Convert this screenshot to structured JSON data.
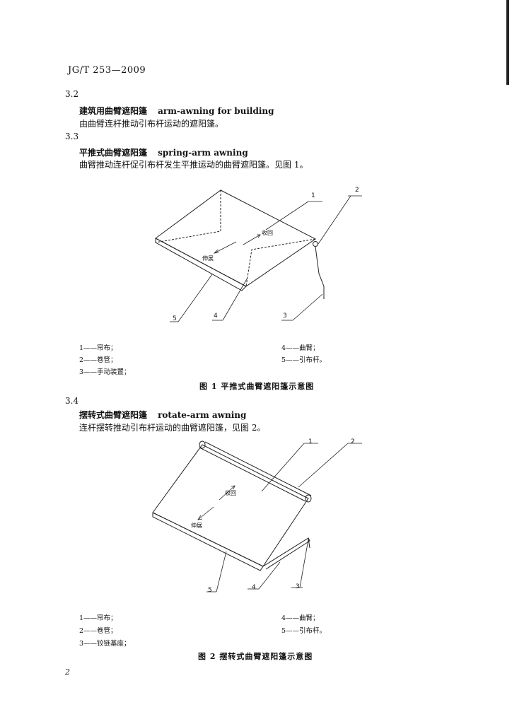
{
  "header": {
    "code": "JG/T 253—2009"
  },
  "sections": [
    {
      "number": "3.2",
      "term_cn": "建筑用曲臂遮阳篷",
      "term_en": "arm-awning for building",
      "definition": "由曲臂连杆推动引布杆运动的遮阳篷。"
    },
    {
      "number": "3.3",
      "term_cn": "平推式曲臂遮阳篷",
      "term_en": "spring-arm awning",
      "definition": "曲臂推动连杆促引布杆发生平推运动的曲臂遮阳篷。见图 1。"
    },
    {
      "number": "3.4",
      "term_cn": "摆转式曲臂遮阳篷",
      "term_en": "rotate-arm awning",
      "definition": "连杆摆转推动引布杆运动的曲臂遮阳篷，见图 2。"
    }
  ],
  "figure1": {
    "labels": {
      "retract": "收回",
      "extend": "伸展"
    },
    "callouts": [
      "1",
      "2",
      "3",
      "4",
      "5"
    ],
    "legend": [
      "1——帘布；",
      "2——卷管；",
      "3——手动装置；",
      "4——曲臂；",
      "5——引布杆。"
    ],
    "caption": "图 1   平推式曲臂遮阳篷示意图"
  },
  "figure2": {
    "labels": {
      "retract": "收回",
      "extend": "伸展"
    },
    "callouts": [
      "1",
      "2",
      "3",
      "4",
      "5"
    ],
    "legend": [
      "1——帘布；",
      "2——卷管；",
      "3——铰链基座；",
      "4——曲臂；",
      "5——引布杆。"
    ],
    "caption": "图 2   摆转式曲臂遮阳篷示意图"
  },
  "page_number": "2"
}
